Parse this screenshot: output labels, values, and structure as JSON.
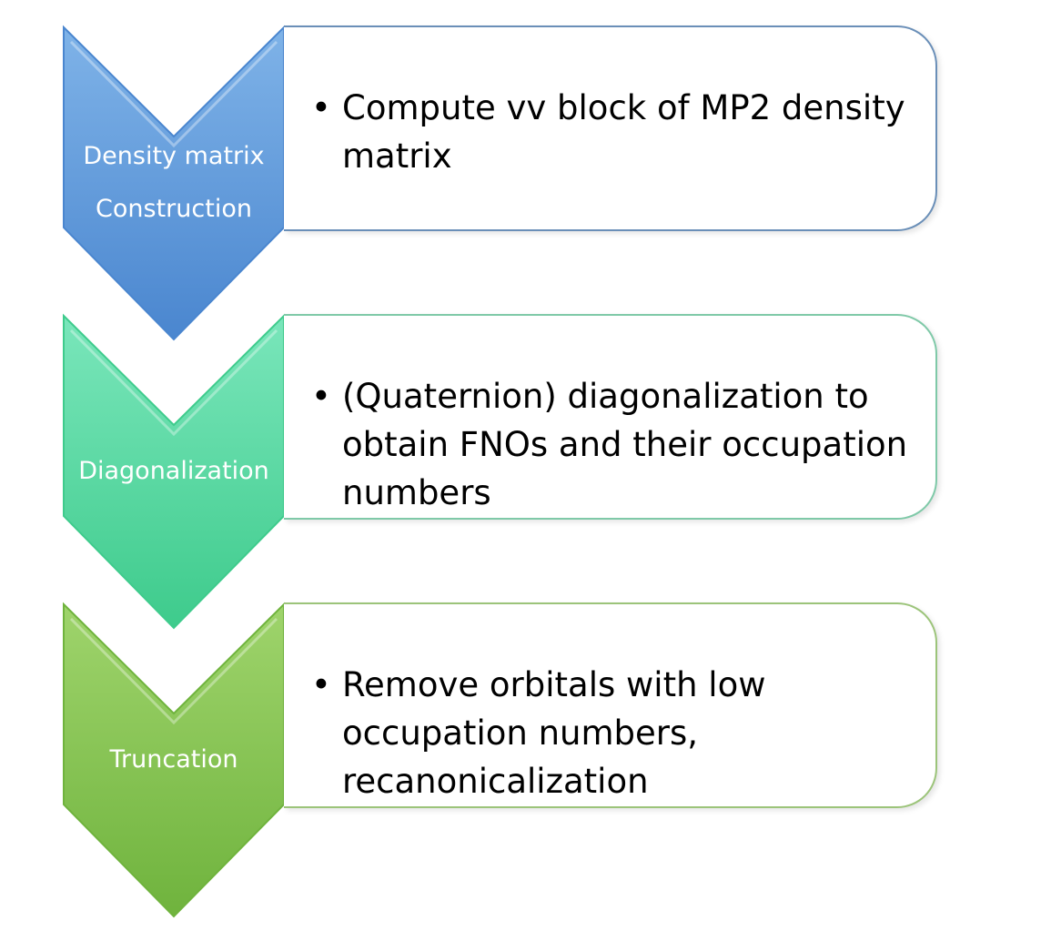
{
  "steps": [
    {
      "label_lines": [
        "Density matrix",
        "Construction"
      ],
      "description": "Compute vv block of MP2 density matrix",
      "color_top": "#7fb3e8",
      "color_bottom": "#4a86cf"
    },
    {
      "label_lines": [
        "Diagonalization"
      ],
      "description": "(Quaternion) diagonalization to obtain FNOs and their occupation numbers",
      "color_top": "#7ae6bb",
      "color_bottom": "#3ecb8c"
    },
    {
      "label_lines": [
        "Truncation"
      ],
      "description": "Remove orbitals with low occupation numbers, recanonicalization",
      "color_top": "#9fd46c",
      "color_bottom": "#6fb33d"
    }
  ]
}
